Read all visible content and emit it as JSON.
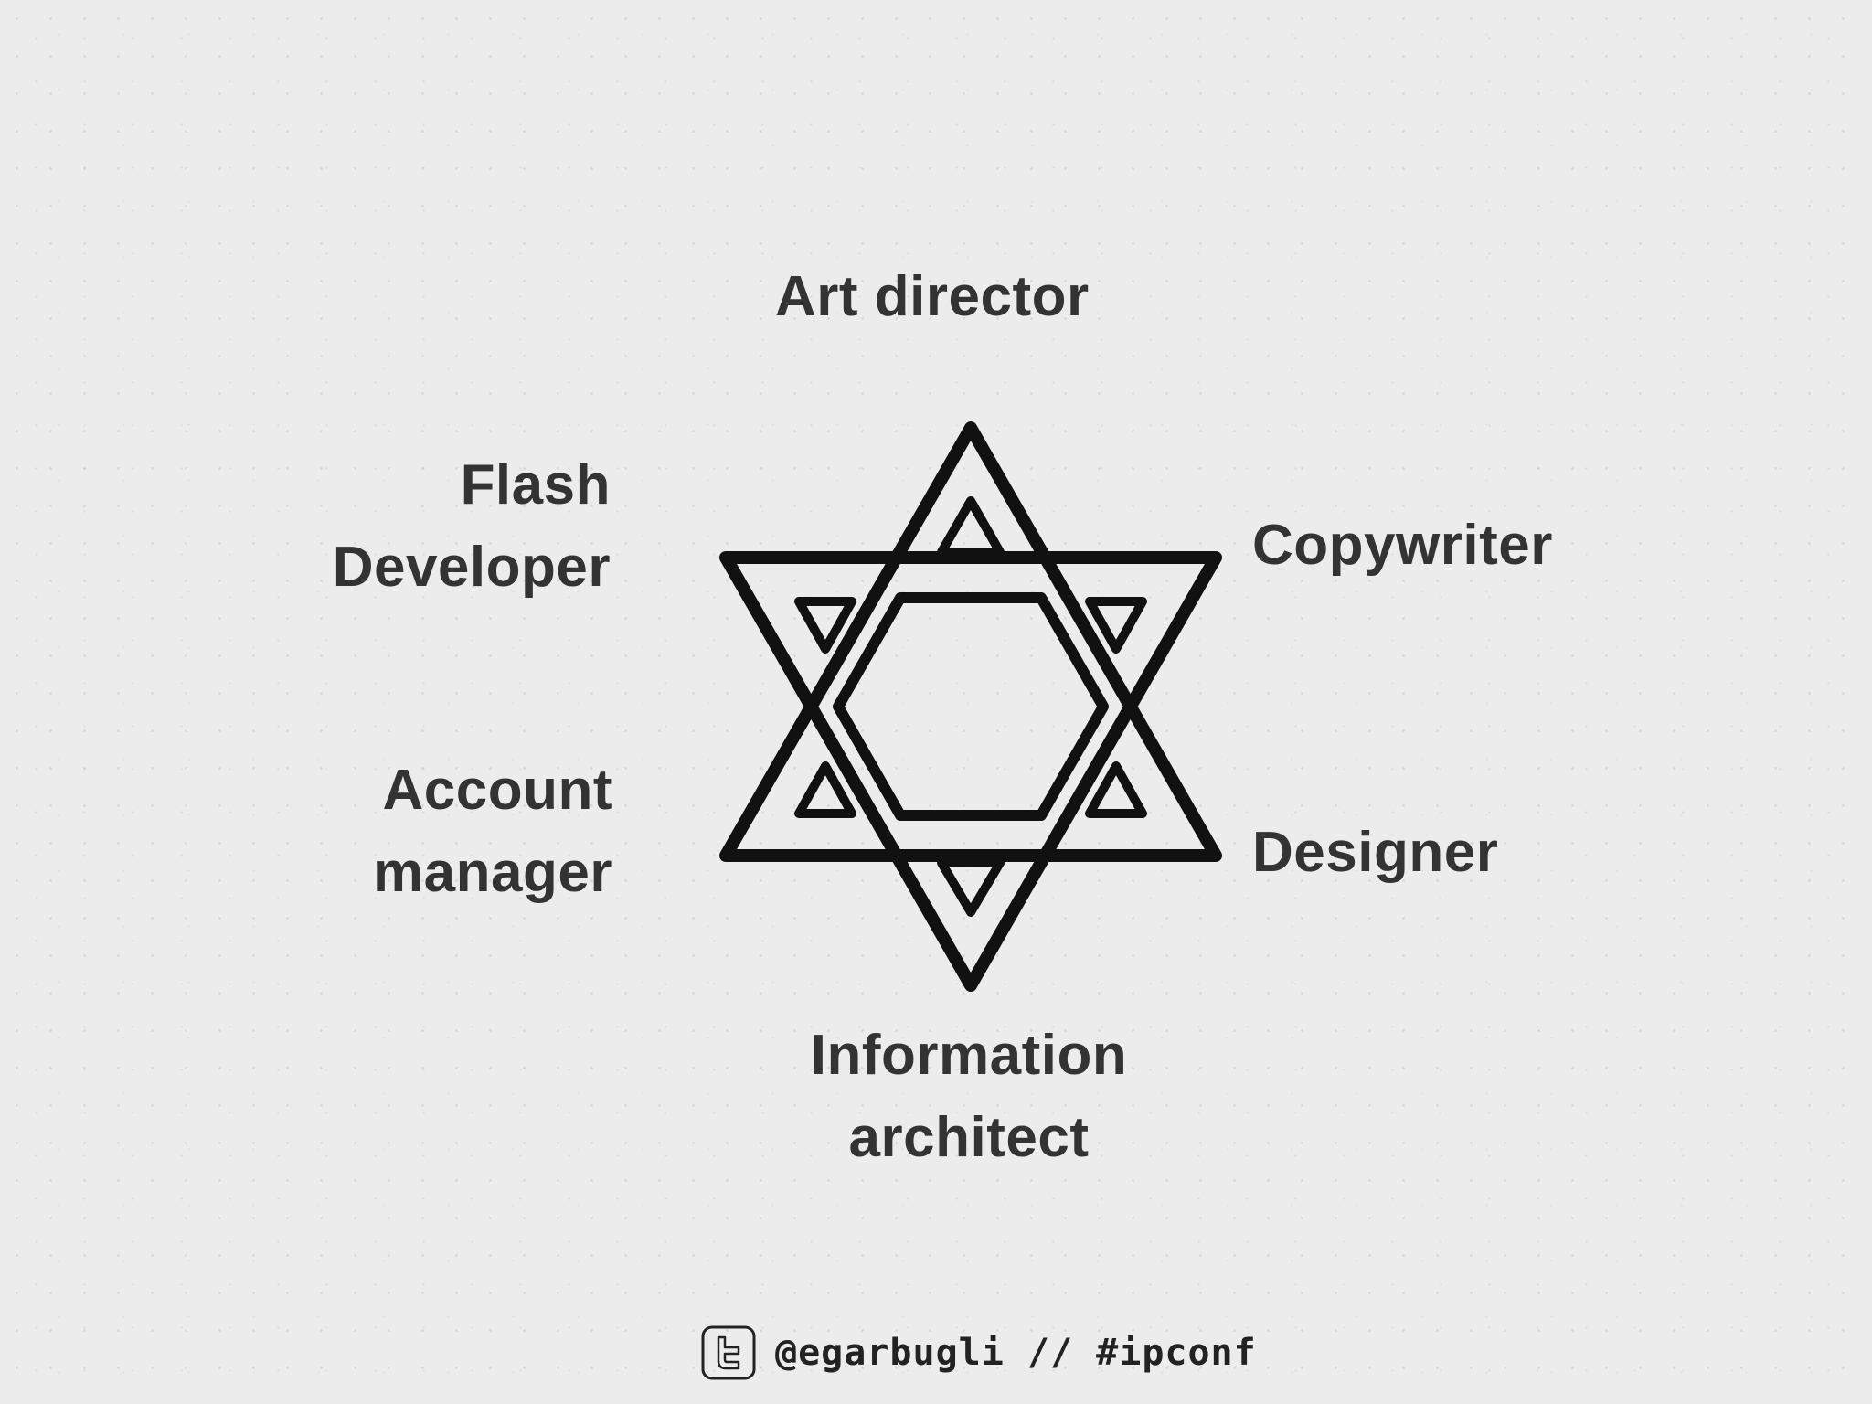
{
  "roles": {
    "art_director": {
      "lines": [
        "Art director"
      ]
    },
    "flash_developer": {
      "lines": [
        "Flash",
        "Developer"
      ]
    },
    "copywriter": {
      "lines": [
        "Copywriter"
      ]
    },
    "account_manager": {
      "lines": [
        "Account",
        "manager"
      ]
    },
    "designer": {
      "lines": [
        "Designer"
      ]
    },
    "information_architect": {
      "lines": [
        "Information",
        "architect"
      ]
    }
  },
  "center_icon": "star-of-david-icon",
  "footer": {
    "icon": "twitter-icon",
    "handle_text": "@egarbugli // #ipconf"
  },
  "colors": {
    "background": "#ececed",
    "text": "#333333",
    "star": "#111111"
  }
}
